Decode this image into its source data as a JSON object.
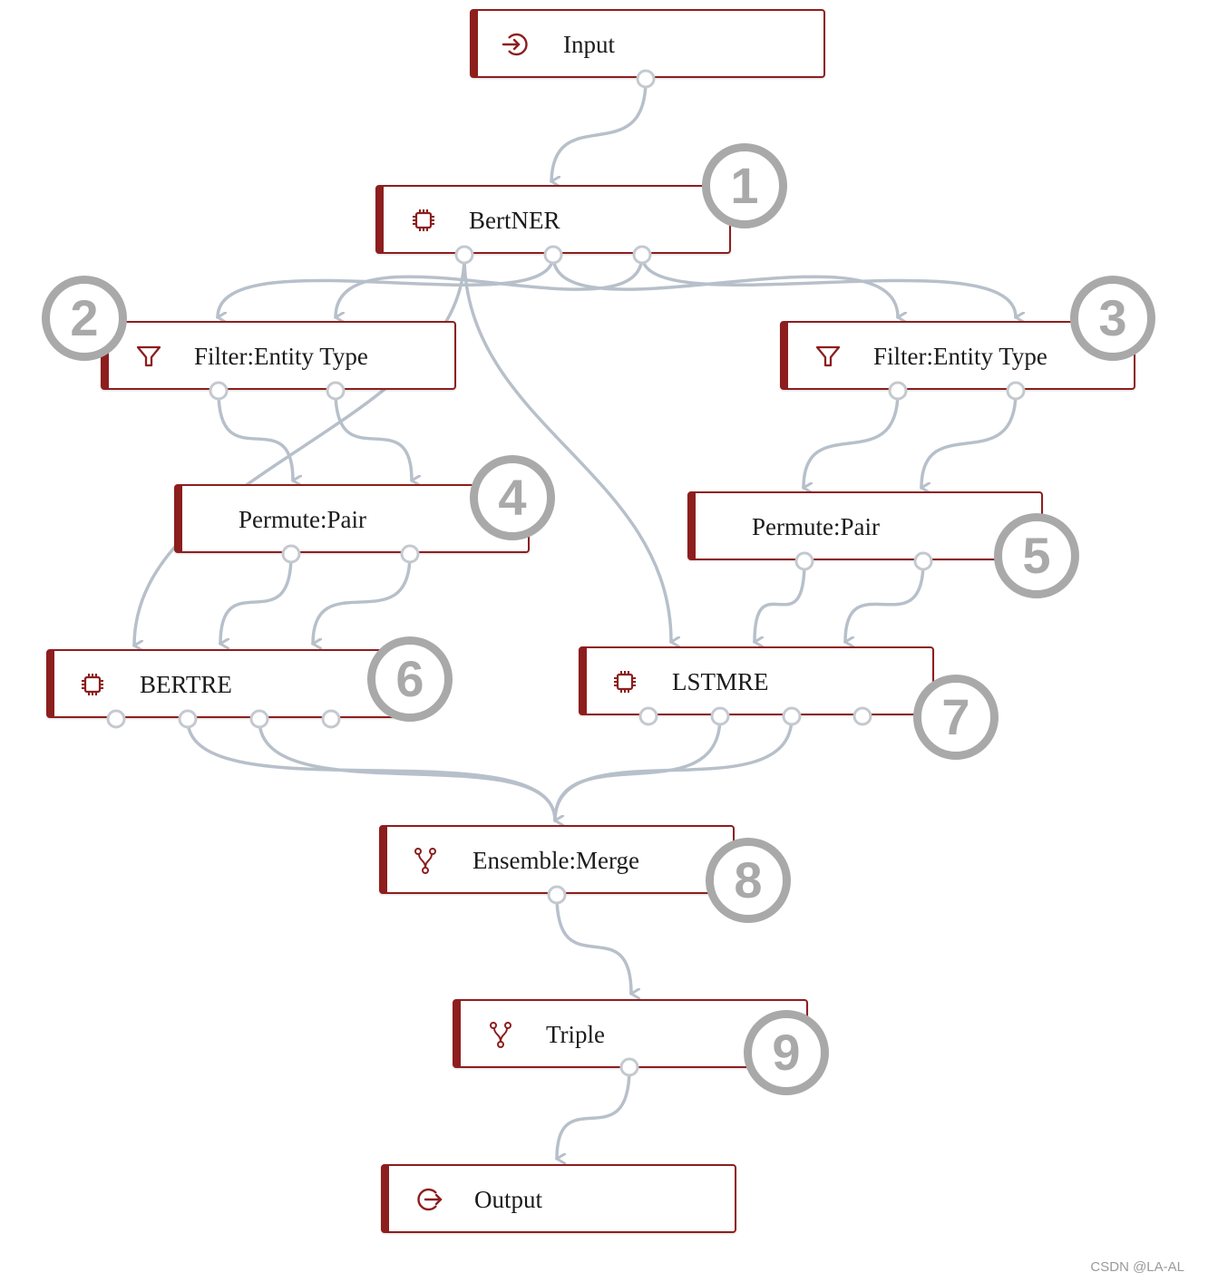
{
  "nodes": {
    "input": {
      "label": "Input",
      "icon": "login-icon"
    },
    "bertner": {
      "label": "BertNER",
      "icon": "chip-icon"
    },
    "filter_left": {
      "label": "Filter:Entity Type",
      "icon": "filter-icon"
    },
    "filter_right": {
      "label": "Filter:Entity Type",
      "icon": "filter-icon"
    },
    "permute_left": {
      "label": "Permute:Pair",
      "icon": ""
    },
    "permute_right": {
      "label": "Permute:Pair",
      "icon": ""
    },
    "bertre": {
      "label": "BERTRE",
      "icon": "chip-icon"
    },
    "lstmre": {
      "label": "LSTMRE",
      "icon": "chip-icon"
    },
    "ensemble": {
      "label": "Ensemble:Merge",
      "icon": "merge-icon"
    },
    "triple": {
      "label": "Triple",
      "icon": "merge-icon"
    },
    "output": {
      "label": "Output",
      "icon": "logout-icon"
    }
  },
  "badges": {
    "b1": "1",
    "b2": "2",
    "b3": "3",
    "b4": "4",
    "b5": "5",
    "b6": "6",
    "b7": "7",
    "b8": "8",
    "b9": "9"
  },
  "colors": {
    "node_border": "#8d1e1e",
    "edge": "#b7c0ca",
    "badge": "#a9a9a9"
  },
  "watermark": "CSDN @LA-AL"
}
